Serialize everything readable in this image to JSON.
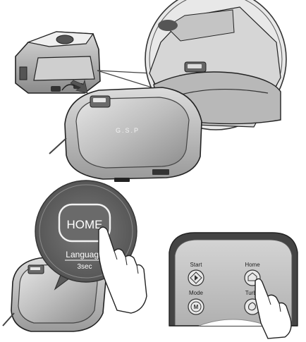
{
  "callout_home": {
    "button_text": "HOME",
    "language_text": "Language",
    "seconds_text": "3sec"
  },
  "remote": {
    "start_label": "Start",
    "home_label": "Home",
    "mode_label": "Mode",
    "turbo_label": "Turbo",
    "mode_glyph": "M"
  },
  "robot_top_text": "G.S.P"
}
